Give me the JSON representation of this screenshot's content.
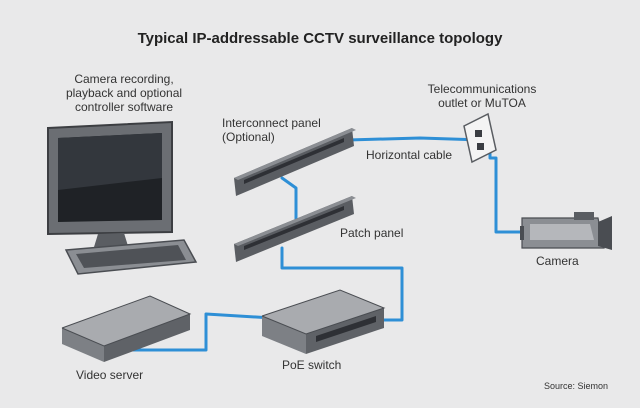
{
  "title": "Typical IP-addressable CCTV surveillance topology",
  "labels": {
    "software": [
      "Camera recording,",
      "playback and optional",
      "controller software"
    ],
    "interconnect": [
      "Interconnect panel",
      "(Optional)"
    ],
    "horizontal_cable": "Horizontal cable",
    "outlet": [
      "Telecommunications",
      "outlet or MuTOA"
    ],
    "patch_panel": "Patch panel",
    "camera": "Camera",
    "video_server": "Video server",
    "poe_switch": "PoE switch"
  },
  "source": "Source: Siemon",
  "colors": {
    "background": "#e9e9ea",
    "cable": "#2e8fd6",
    "device_dark": "#4a4d52",
    "device_light": "#9a9ca0"
  }
}
